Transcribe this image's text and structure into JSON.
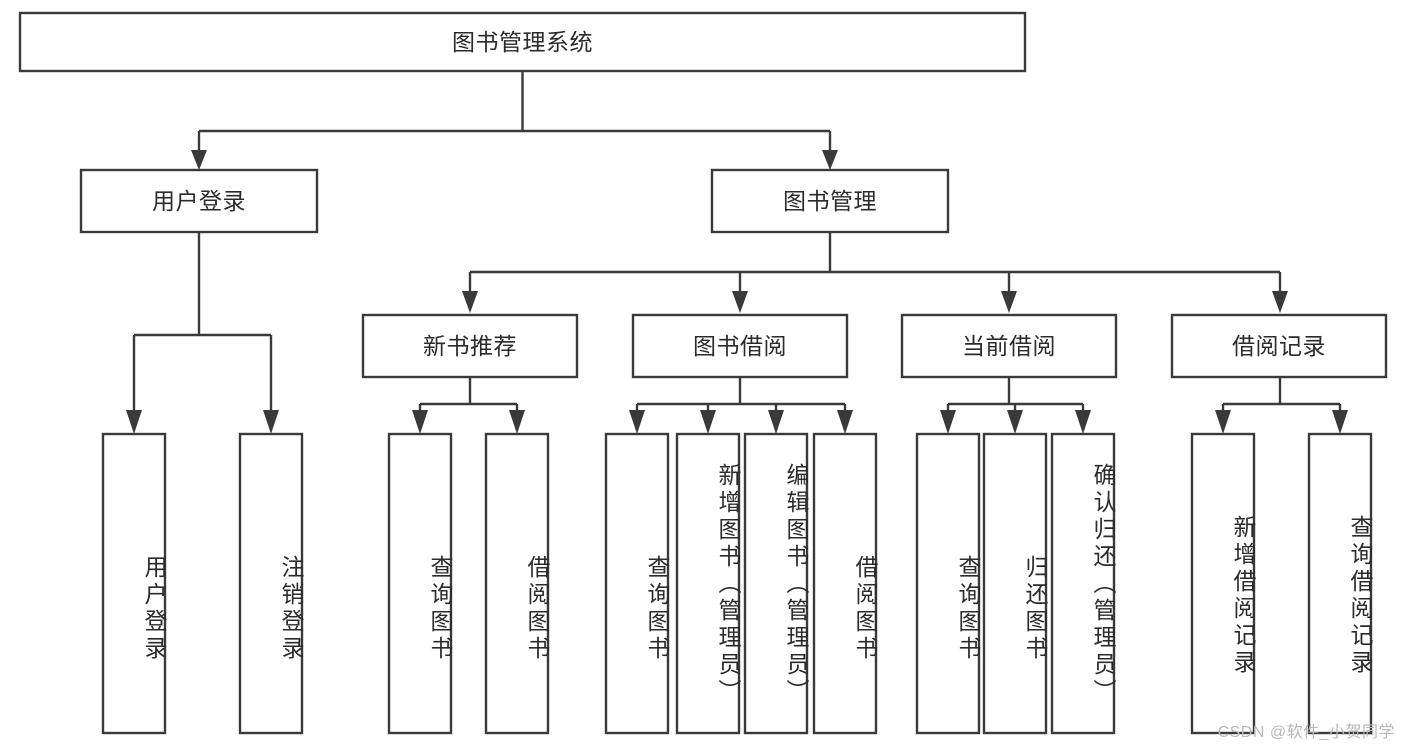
{
  "diagram": {
    "type": "hierarchy-tree",
    "title": "图书管理系统",
    "watermark": "CSDN @软件_小贺同学",
    "colors": {
      "box_stroke": "#3a3a3a",
      "box_fill": "#ffffff",
      "text": "#2b2b2b",
      "background": "#ffffff",
      "watermark": "#b9b9b9"
    },
    "root": {
      "label": "图书管理系统"
    },
    "level2": [
      {
        "label": "用户登录"
      },
      {
        "label": "图书管理"
      }
    ],
    "level3": [
      {
        "label": "新书推荐"
      },
      {
        "label": "图书借阅"
      },
      {
        "label": "当前借阅"
      },
      {
        "label": "借阅记录"
      }
    ],
    "leaves": {
      "user_login": [
        {
          "label": "用户登录"
        },
        {
          "label": "注销登录"
        }
      ],
      "new_book_recommend": [
        {
          "label": "查询图书"
        },
        {
          "label": "借阅图书"
        }
      ],
      "book_borrow": [
        {
          "label": "查询图书"
        },
        {
          "label": "新增图书（管理员）"
        },
        {
          "label": "编辑图书（管理员）"
        },
        {
          "label": "借阅图书"
        }
      ],
      "current_borrow": [
        {
          "label": "查询图书"
        },
        {
          "label": "归还图书"
        },
        {
          "label": "确认归还（管理员）"
        }
      ],
      "borrow_record": [
        {
          "label": "新增借阅记录"
        },
        {
          "label": "查询借阅记录"
        }
      ]
    }
  }
}
